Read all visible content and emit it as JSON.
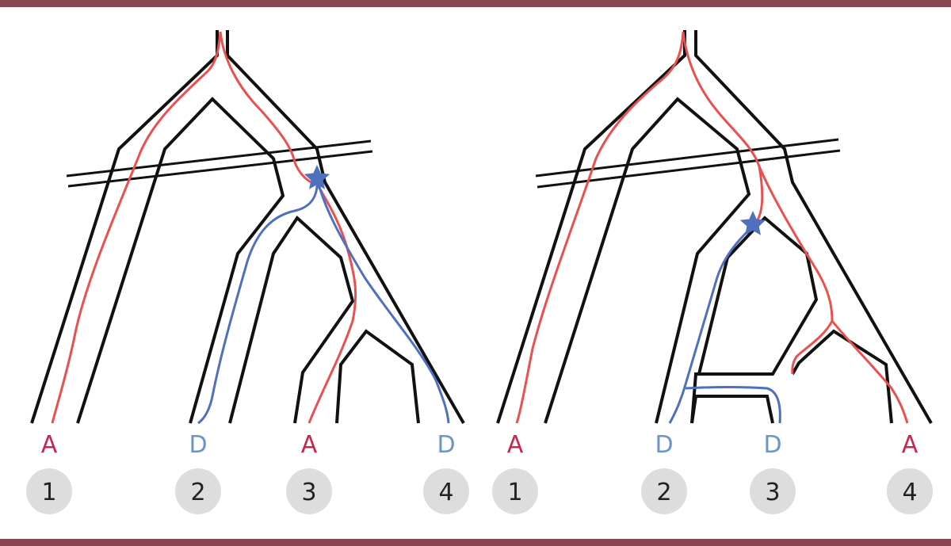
{
  "colors": {
    "frame": "#8a4651",
    "outline": "#111111",
    "ancestral": "#e8514f",
    "derived": "#4f6fbf",
    "label_ancestral": "#c8264f",
    "label_derived": "#6b95c7",
    "badge": "#dddddd",
    "star": "#4f6fbf"
  },
  "panels": [
    {
      "id": "left",
      "tips": [
        {
          "allele": "A",
          "number": "1"
        },
        {
          "allele": "D",
          "number": "2"
        },
        {
          "allele": "A",
          "number": "3"
        },
        {
          "allele": "D",
          "number": "4"
        }
      ]
    },
    {
      "id": "right",
      "tips": [
        {
          "allele": "A",
          "number": "1"
        },
        {
          "allele": "D",
          "number": "2"
        },
        {
          "allele": "D",
          "number": "3"
        },
        {
          "allele": "A",
          "number": "4"
        }
      ]
    }
  ],
  "icons": [
    "mutation-star-icon"
  ]
}
